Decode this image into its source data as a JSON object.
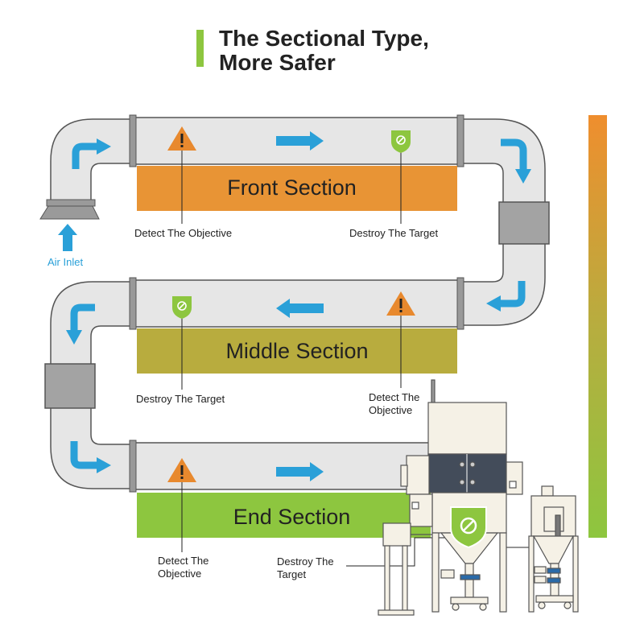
{
  "title": {
    "line1": "The Sectional Type,",
    "line2": "More Safer"
  },
  "air_inlet": "Air Inlet",
  "sections": {
    "front": "Front Section",
    "middle": "Middle Section",
    "end": "End Section"
  },
  "annotations": {
    "front_detect": "Detect The Objective",
    "front_destroy": "Destroy The Target",
    "middle_destroy": "Destroy The Target",
    "middle_detect_1": "Detect The",
    "middle_detect_2": "Objective",
    "end_detect_1": "Detect The",
    "end_detect_2": "Objective",
    "end_destroy_1": "Destroy The",
    "end_destroy_2": "Target"
  },
  "colors": {
    "front": "#e89435",
    "middle": "#b8ac3e",
    "end": "#8dc63f",
    "arrow": "#2aa0d8",
    "warning": "#e8892e",
    "shield": "#8dc63f",
    "duct": "#e6e6e6",
    "duct_edge": "#555555",
    "accent_bar": "#8dc63f"
  },
  "icons": [
    "warning-icon",
    "shield-icon",
    "flow-arrow-icon"
  ]
}
